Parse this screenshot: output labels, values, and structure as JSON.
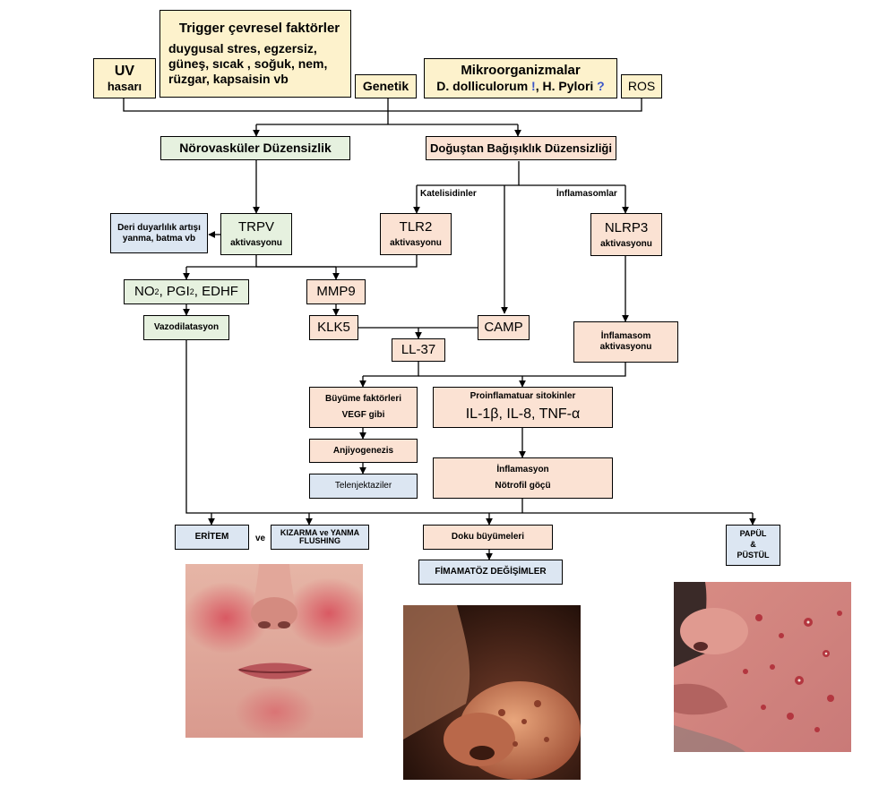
{
  "triggers": {
    "uv": [
      "UV",
      "hasarı"
    ],
    "env": [
      "Trigger çevresel faktörler",
      "duygusal stres, egzersiz,",
      "güneş, sıcak , soğuk, nem,",
      "rüzgar, kapsaisin vb"
    ],
    "genetik": "Genetik",
    "micro_title": "Mikroorganizmalar",
    "micro_line": "D. dolliculorum",
    "micro_mark1": "!",
    "micro_sep": ", H. Pylori",
    "micro_mark2": "?",
    "ros": "ROS"
  },
  "level2": {
    "neuro": "Nörovasküler Düzensizlik",
    "innate": "Doğuştan Bağışıklık Düzensizliği"
  },
  "branch_labels": {
    "katelisidinler": "Katelisidinler",
    "inflamasomlar": "İnflamasomlar"
  },
  "left": {
    "skin": [
      "Deri duyarlılık artışı",
      "yanma, batma vb"
    ],
    "trpv": [
      "TRPV",
      "aktivasyonu"
    ],
    "mediators": {
      "no": "NO",
      "no_sub": "2",
      "pgi": ", PGI",
      "pgi_sub": "2",
      "edhf": ", EDHF"
    },
    "vaso": "Vazodilatasyon"
  },
  "middle": {
    "tlr2": [
      "TLR2",
      "aktivasyonu"
    ],
    "mmp9": "MMP9",
    "klk5": "KLK5",
    "camp": "CAMP",
    "ll37": "LL-37",
    "growth": [
      "Büyüme faktörleri",
      "VEGF gibi"
    ],
    "angio": "Anjiyogenezis",
    "telen": "Telenjektaziler",
    "proinf": [
      "Proinflamatuar sitokinler",
      "IL-1β, IL-8, TNF-α"
    ],
    "inflam": [
      "İnflamasyon",
      "Nötrofil göçü"
    ]
  },
  "right": {
    "nlrp3": [
      "NLRP3",
      "aktivasyonu"
    ],
    "inflamasom": [
      "İnflamasom",
      "aktivasyonu"
    ]
  },
  "outcomes": {
    "eritem": "ERİTEM",
    "ve": "ve",
    "kizarma": [
      "KIZARMA ve YANMA",
      "FLUSHING"
    ],
    "doku": "Doku büyümeleri",
    "fima": "FİMAMATÖZ DEĞİŞİMLER",
    "papul": [
      "PAPÜL",
      "&",
      "PÜSTÜL"
    ]
  },
  "colors": {
    "yellow": "#fdf2cc",
    "green": "#e6f1df",
    "peach": "#fbe2d3",
    "blue": "#dce6f2"
  }
}
